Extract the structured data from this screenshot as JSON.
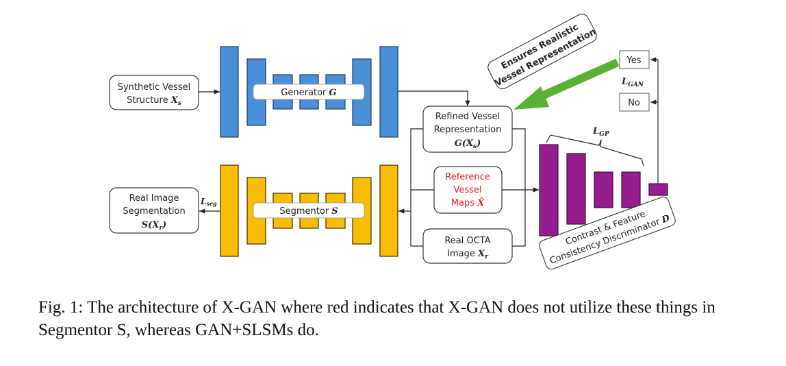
{
  "colors": {
    "generator": "#4a90d9",
    "segmentor": "#fbbc05",
    "discriminator": "#951d8e",
    "arrow_green": "#5bb133",
    "highlight_red": "#e8202a"
  },
  "inputs": {
    "synthetic": {
      "line1": "Synthetic Vessel",
      "line2": "Structure ",
      "math": "X",
      "sub": "s"
    },
    "refined": {
      "line1": "Refined Vessel",
      "line2": "Representation",
      "math": "G(X",
      "sub": "s",
      "close": ")"
    },
    "reference": {
      "line1": "Reference",
      "line2": "Vessel",
      "line3": "Maps ",
      "math": "X̂"
    },
    "real_octa": {
      "line1": "Real OCTA",
      "line2": "Image ",
      "math": "X",
      "sub": "r"
    },
    "segmentation": {
      "line1": "Real Image",
      "line2": "Segmentation",
      "math": "S(X",
      "sub": "r",
      "close": ")"
    }
  },
  "networks": {
    "generator": {
      "label": "Generator ",
      "math": "G"
    },
    "segmentor": {
      "label": "Segmentor ",
      "math": "S"
    },
    "discriminator": {
      "line1": "Contrast & Feature",
      "line2": "Consistency Discriminator ",
      "math": "D"
    }
  },
  "losses": {
    "seg": {
      "main": "L",
      "sub": "seg"
    },
    "gan": {
      "main": "L",
      "sub": "GAN"
    },
    "gp": {
      "main": "L",
      "sub": "GP"
    }
  },
  "decisions": {
    "yes": "Yes",
    "no": "No"
  },
  "callout": {
    "line1": "Ensures Realistic",
    "line2": "Vessel Representation"
  },
  "caption": "Fig. 1: The architecture of X-GAN where red indicates that X-GAN does not utilize these things in Segmentor S, whereas GAN+SLSMs do."
}
